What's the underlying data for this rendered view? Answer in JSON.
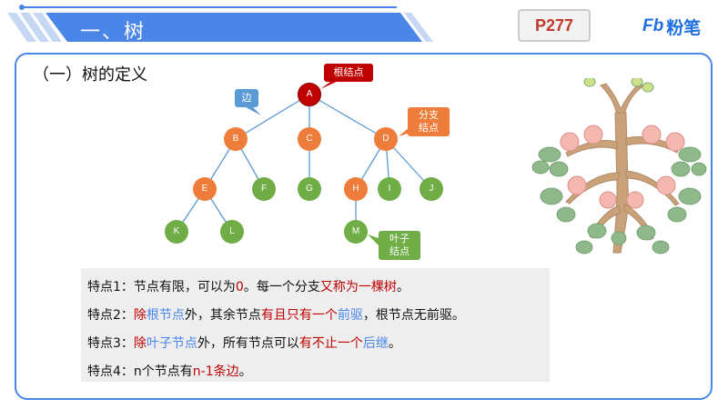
{
  "header": {
    "title": "一、树",
    "page_ref": "P277",
    "brand_icon": "Fb",
    "brand_text": "粉笔"
  },
  "section": {
    "title": "（一）树的定义"
  },
  "tree": {
    "nodes": {
      "A": "A",
      "B": "B",
      "C": "C",
      "D": "D",
      "E": "E",
      "F": "F",
      "G": "G",
      "H": "H",
      "I": "I",
      "J": "J",
      "K": "K",
      "L": "L",
      "M": "M"
    },
    "callouts": {
      "root": "根结点",
      "edge": "边",
      "branch_line1": "分支",
      "branch_line2": "结点",
      "leaf_line1": "叶子",
      "leaf_line2": "结点"
    },
    "colors": {
      "root": "#c00000",
      "branch": "#ee7d3b",
      "leaf": "#70ad47",
      "edge": "#5b9bd5"
    }
  },
  "notes": [
    {
      "parts": [
        {
          "text": "特点1：节点有限，可以为",
          "style": "plain"
        },
        {
          "text": "0",
          "style": "red"
        },
        {
          "text": "。每一个分支",
          "style": "plain"
        },
        {
          "text": "又称为一棵树",
          "style": "red"
        },
        {
          "text": "。",
          "style": "plain"
        }
      ]
    },
    {
      "parts": [
        {
          "text": "特点2：",
          "style": "plain"
        },
        {
          "text": "除",
          "style": "red"
        },
        {
          "text": "根节点",
          "style": "blue"
        },
        {
          "text": "外，其余节点",
          "style": "plain"
        },
        {
          "text": "有且只有一个",
          "style": "red"
        },
        {
          "text": "前驱",
          "style": "blue"
        },
        {
          "text": "，根节点无前驱。",
          "style": "plain"
        }
      ]
    },
    {
      "parts": [
        {
          "text": "特点3：",
          "style": "plain"
        },
        {
          "text": "除",
          "style": "red"
        },
        {
          "text": "叶子节点",
          "style": "blue"
        },
        {
          "text": "外，所有节点可以",
          "style": "plain"
        },
        {
          "text": "有不止一个",
          "style": "red"
        },
        {
          "text": "后继",
          "style": "blue"
        },
        {
          "text": "。",
          "style": "plain"
        }
      ]
    },
    {
      "parts": [
        {
          "text": "特点4：n个节点有",
          "style": "plain"
        },
        {
          "text": "n-1条边",
          "style": "red"
        },
        {
          "text": "。",
          "style": "plain"
        }
      ]
    }
  ],
  "illustration": {
    "icon": "tree-illustration-icon"
  }
}
